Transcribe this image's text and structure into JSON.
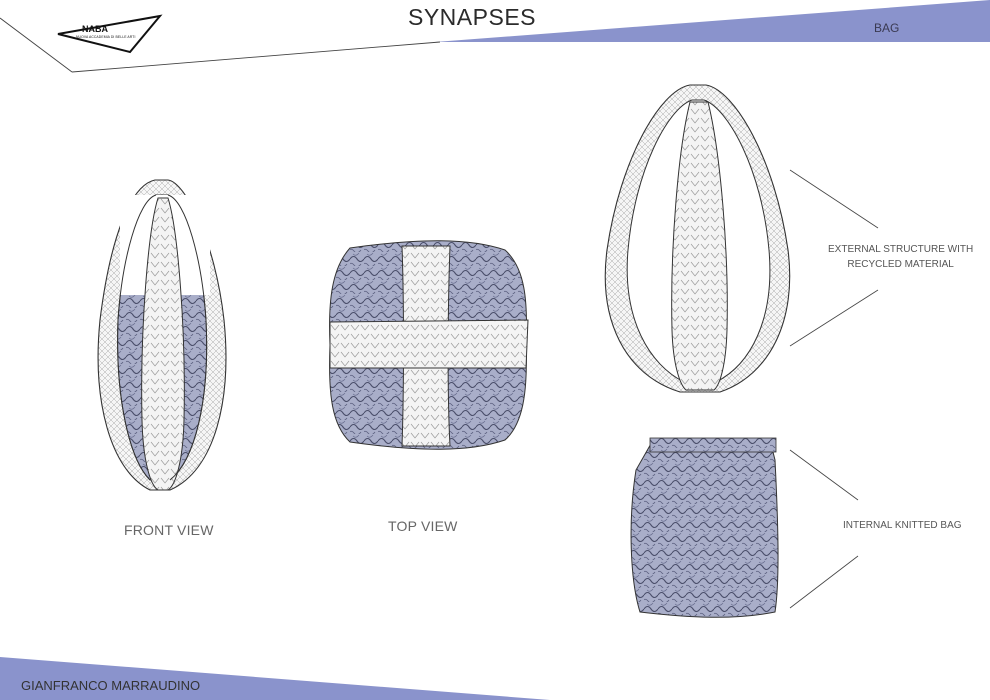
{
  "header": {
    "title": "SYNAPSES",
    "section": "BAG",
    "logo": {
      "name": "NABA",
      "subtitle": "NUOVA ACCADEMIA DI BELLE ARTI"
    }
  },
  "views": {
    "front_label": "FRONT VIEW",
    "top_label": "TOP VIEW"
  },
  "annotations": {
    "external_line1": "EXTERNAL STRUCTURE WITH",
    "external_line2": "RECYCLED MATERIAL",
    "internal": "INTERNAL KNITTED BAG"
  },
  "footer": {
    "author": "GIANFRANCO MARRAUDINO"
  },
  "colors": {
    "accent": "#8a93cc",
    "knit": "#a9aec9",
    "line": "#333333"
  }
}
